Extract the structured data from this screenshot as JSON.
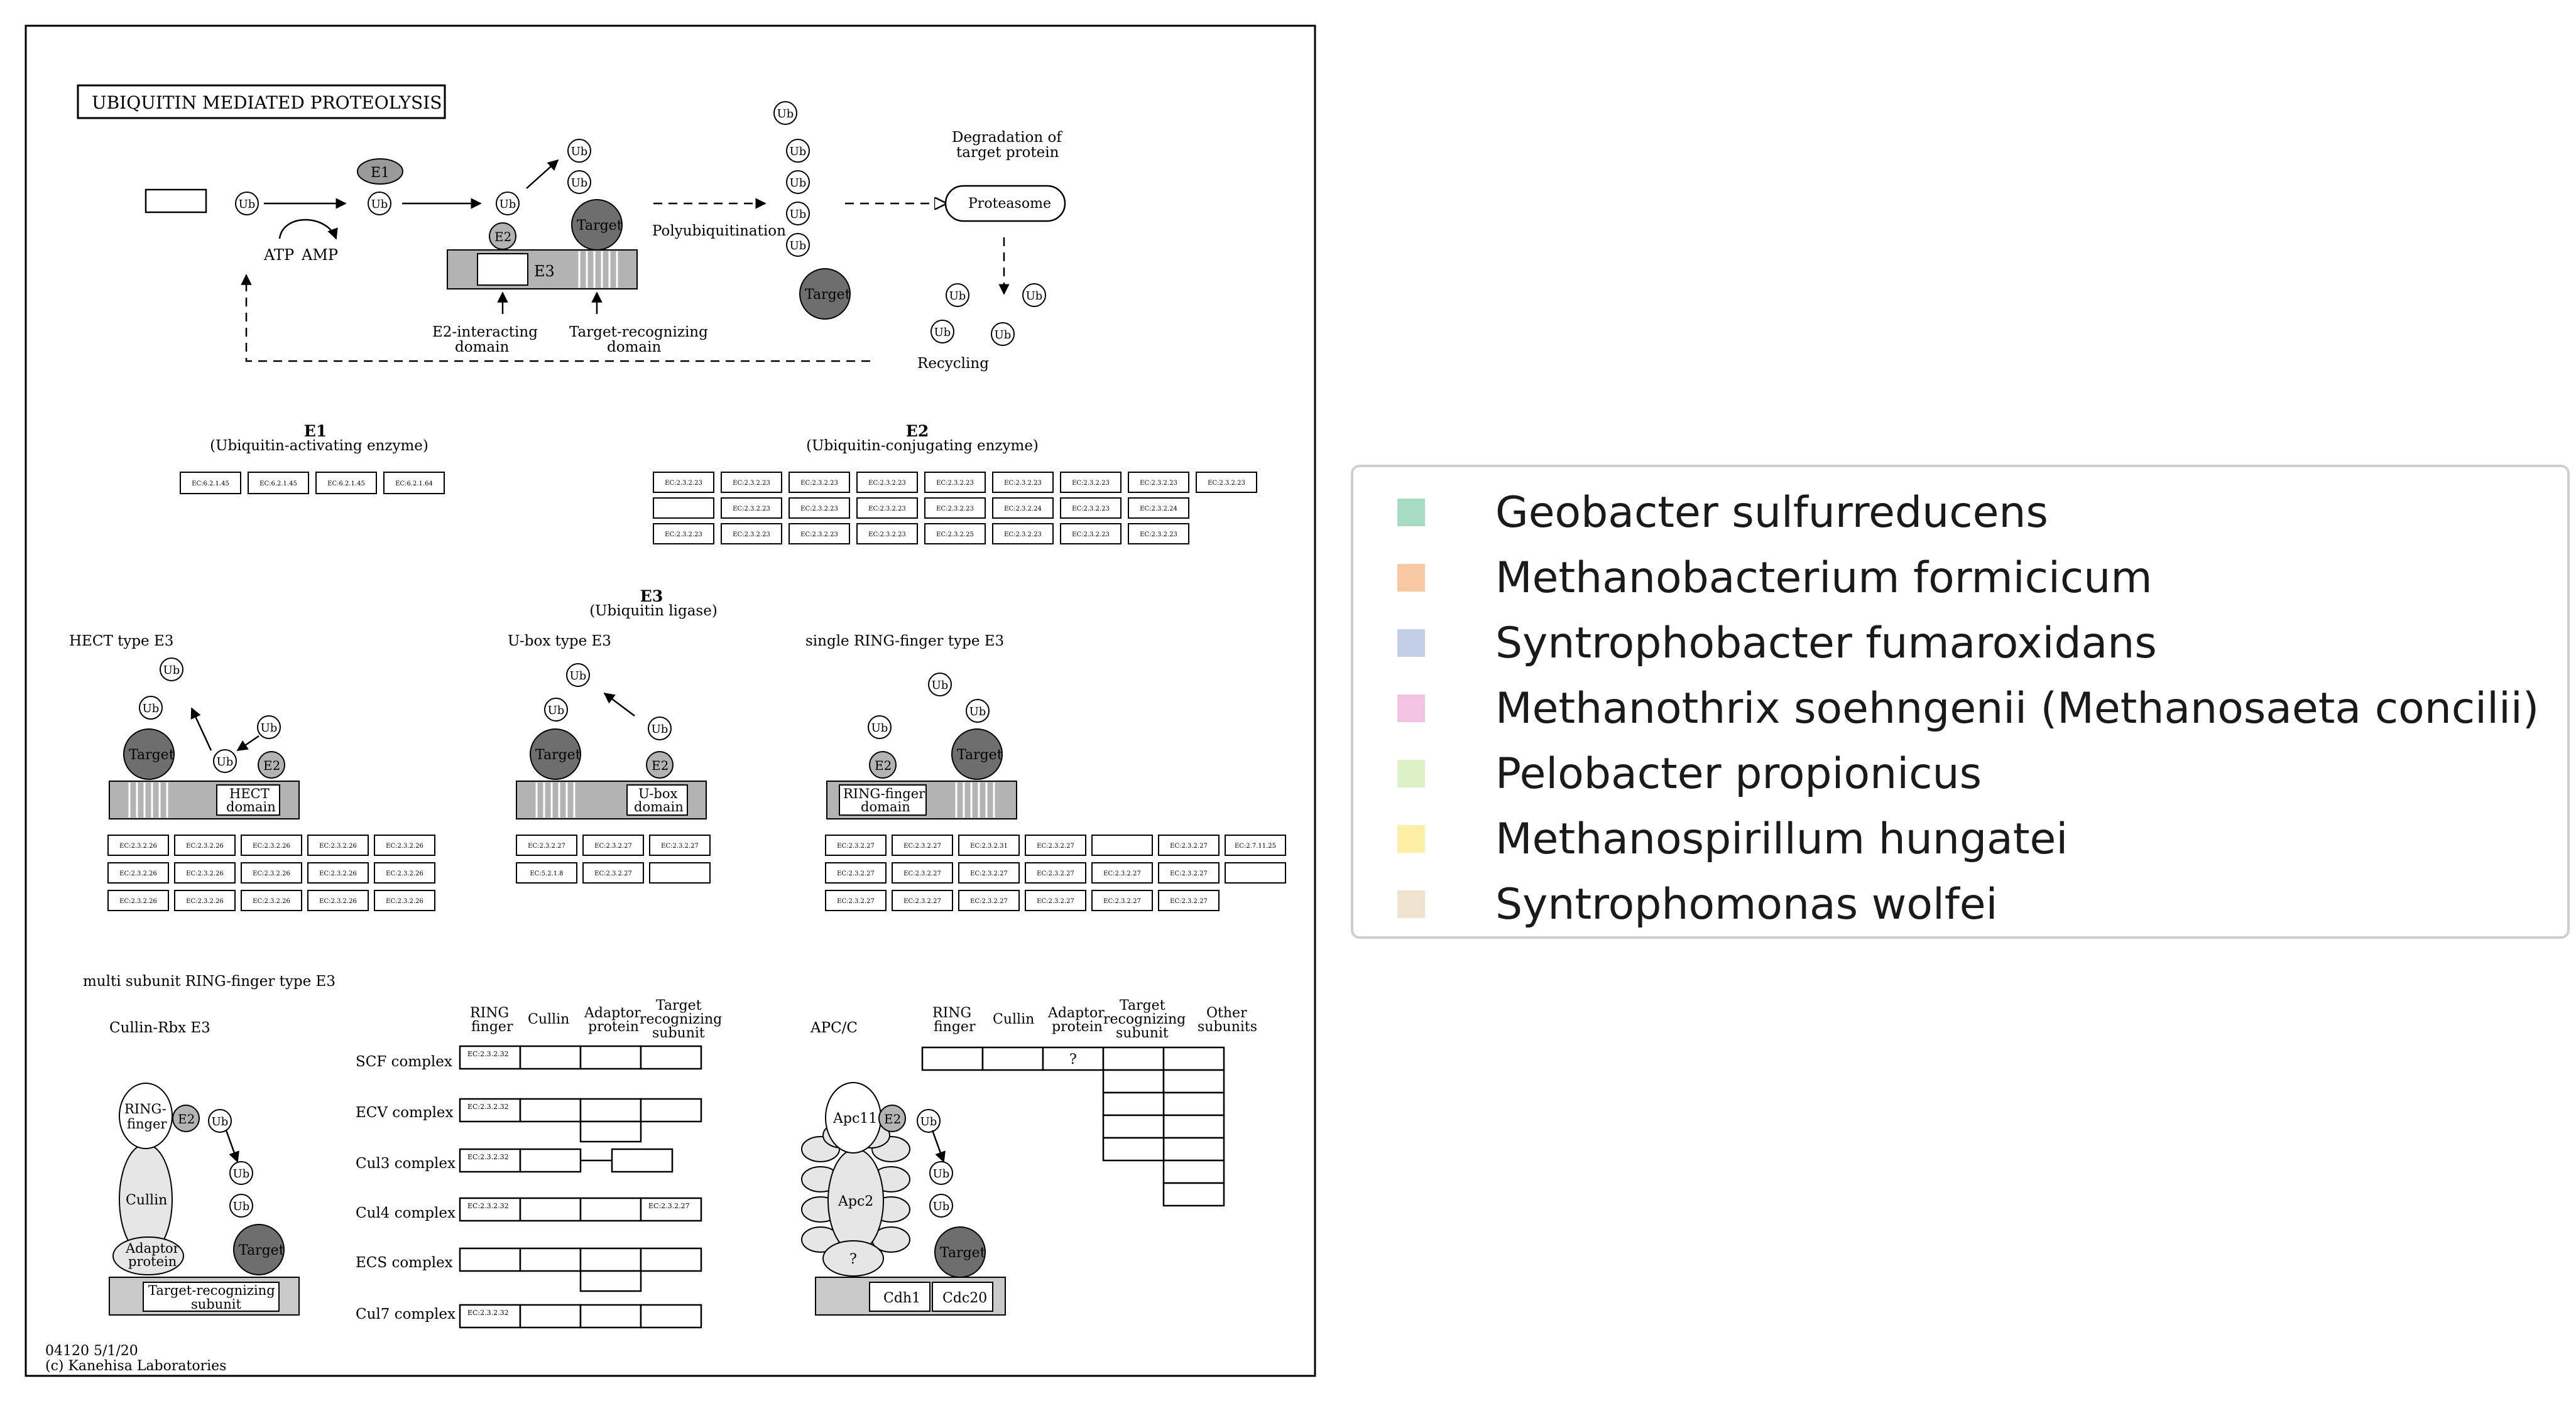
{
  "title": "UBIQUITIN MEDIATED PROTEOLYSIS",
  "footer": {
    "map_id": "04120 5/1/20",
    "copyright": "(c) Kanehisa Laboratories"
  },
  "overview": {
    "e1": "E1",
    "ub": "Ub",
    "e2": "E2",
    "e3": "E3",
    "target": "Target",
    "atp": "ATP",
    "amp": "AMP",
    "polyubiquitination": "Polyubiquitination",
    "degradation_1": "Degradation of",
    "degradation_2": "target protein",
    "proteasome": "Proteasome",
    "recycling": "Recycling",
    "e2_dom_1": "E2-interacting",
    "e2_dom_2": "domain",
    "tr_dom_1": "Target-recognizing",
    "tr_dom_2": "domain"
  },
  "e1_section": {
    "title": "E1",
    "subtitle": "(Ubiquitin-activating enzyme)",
    "ec": [
      "EC:6.2.1.45",
      "EC:6.2.1.45",
      "EC:6.2.1.45",
      "EC:6.2.1.64"
    ]
  },
  "e2_section": {
    "title": "E2",
    "subtitle": "(Ubiquitin-conjugating enzyme)",
    "rows": [
      [
        "EC:2.3.2.23",
        "EC:2.3.2.23",
        "EC:2.3.2.23",
        "EC:2.3.2.23",
        "EC:2.3.2.23",
        "EC:2.3.2.23",
        "EC:2.3.2.23",
        "EC:2.3.2.23",
        "EC:2.3.2.23"
      ],
      [
        "",
        "EC:2.3.2.23",
        "EC:2.3.2.23",
        "EC:2.3.2.23",
        "EC:2.3.2.23",
        "EC:2.3.2.24",
        "EC:2.3.2.23",
        "EC:2.3.2.24"
      ],
      [
        "EC:2.3.2.23",
        "EC:2.3.2.23",
        "EC:2.3.2.23",
        "EC:2.3.2.23",
        "EC:2.3.2.25",
        "EC:2.3.2.23",
        "EC:2.3.2.23",
        "EC:2.3.2.23"
      ]
    ]
  },
  "e3_section": {
    "title": "E3",
    "subtitle": "(Ubiquitin ligase)"
  },
  "hect": {
    "title": "HECT type E3",
    "domain_1": "HECT",
    "domain_2": "domain",
    "rows": [
      [
        "EC:2.3.2.26",
        "EC:2.3.2.26",
        "EC:2.3.2.26",
        "EC:2.3.2.26",
        "EC:2.3.2.26"
      ],
      [
        "EC:2.3.2.26",
        "EC:2.3.2.26",
        "EC:2.3.2.26",
        "EC:2.3.2.26",
        "EC:2.3.2.26"
      ],
      [
        "EC:2.3.2.26",
        "EC:2.3.2.26",
        "EC:2.3.2.26",
        "EC:2.3.2.26",
        "EC:2.3.2.26"
      ]
    ]
  },
  "ubox": {
    "title": "U-box type E3",
    "domain_1": "U-box",
    "domain_2": "domain",
    "rows": [
      [
        "EC:2.3.2.27",
        "EC:2.3.2.27",
        "EC:2.3.2.27"
      ],
      [
        "EC:5.2.1.8",
        "EC:2.3.2.27",
        ""
      ]
    ]
  },
  "ring": {
    "title": "single RING-finger type E3",
    "domain_1": "RING-finger",
    "domain_2": "domain",
    "rows": [
      [
        "EC:2.3.2.27",
        "EC:2.3.2.27",
        "EC:2.3.2.31",
        "EC:2.3.2.27",
        "",
        "EC:2.3.2.27",
        "EC:2.7.11.25"
      ],
      [
        "EC:2.3.2.27",
        "EC:2.3.2.27",
        "EC:2.3.2.27",
        "EC:2.3.2.27",
        "EC:2.3.2.27",
        "EC:2.3.2.27",
        ""
      ],
      [
        "EC:2.3.2.27",
        "EC:2.3.2.27",
        "EC:2.3.2.27",
        "EC:2.3.2.27",
        "EC:2.3.2.27",
        "EC:2.3.2.27"
      ]
    ]
  },
  "multi": {
    "title": "multi subunit RING-finger type E3",
    "cullin_rbx": "Cullin-Rbx E3",
    "col_ring_1": "RING",
    "col_ring_2": "finger",
    "col_cullin": "Cullin",
    "col_adaptor_1": "Adaptor",
    "col_adaptor_2": "protein",
    "col_target_1": "Target",
    "col_target_2": "recognizing",
    "col_target_3": "subunit",
    "col_other_1": "Other",
    "col_other_2": "subunits",
    "complexes": [
      "SCF complex",
      "ECV complex",
      "Cul3 complex",
      "Cul4 complex",
      "ECS complex",
      "Cul7 complex"
    ],
    "complex_ec": [
      "EC:2.3.2.32",
      "EC:2.3.2.32",
      "EC:2.3.2.32",
      "EC:2.3.2.32",
      "",
      "EC:2.3.2.32"
    ],
    "cul4_target_ec": "EC:2.3.2.27",
    "apc": "APC/C",
    "apc_question": "?",
    "ring_finger_1": "RING-",
    "ring_finger_2": "finger",
    "cullin": "Cullin",
    "adaptor_1": "Adaptor",
    "adaptor_2": "protein",
    "tr_subunit_1": "Target-recognizing",
    "tr_subunit_2": "subunit",
    "apc11": "Apc11",
    "apc2": "Apc2",
    "cdh1": "Cdh1",
    "cdc20": "Cdc20"
  },
  "legend": {
    "items": [
      {
        "label": "Geobacter sulfurreducens",
        "color": "#a6dcc4"
      },
      {
        "label": "Methanobacterium formicicum",
        "color": "#f9c9a4"
      },
      {
        "label": "Syntrophobacter fumaroxidans",
        "color": "#c3cfe6"
      },
      {
        "label": "Methanothrix soehngenii (Methanosaeta concilii)",
        "color": "#f2c3e2"
      },
      {
        "label": "Pelobacter propionicus",
        "color": "#dcf1c6"
      },
      {
        "label": "Methanospirillum hungatei",
        "color": "#fdf0a6"
      },
      {
        "label": "Syntrophomonas wolfei",
        "color": "#efe3cf"
      }
    ]
  }
}
